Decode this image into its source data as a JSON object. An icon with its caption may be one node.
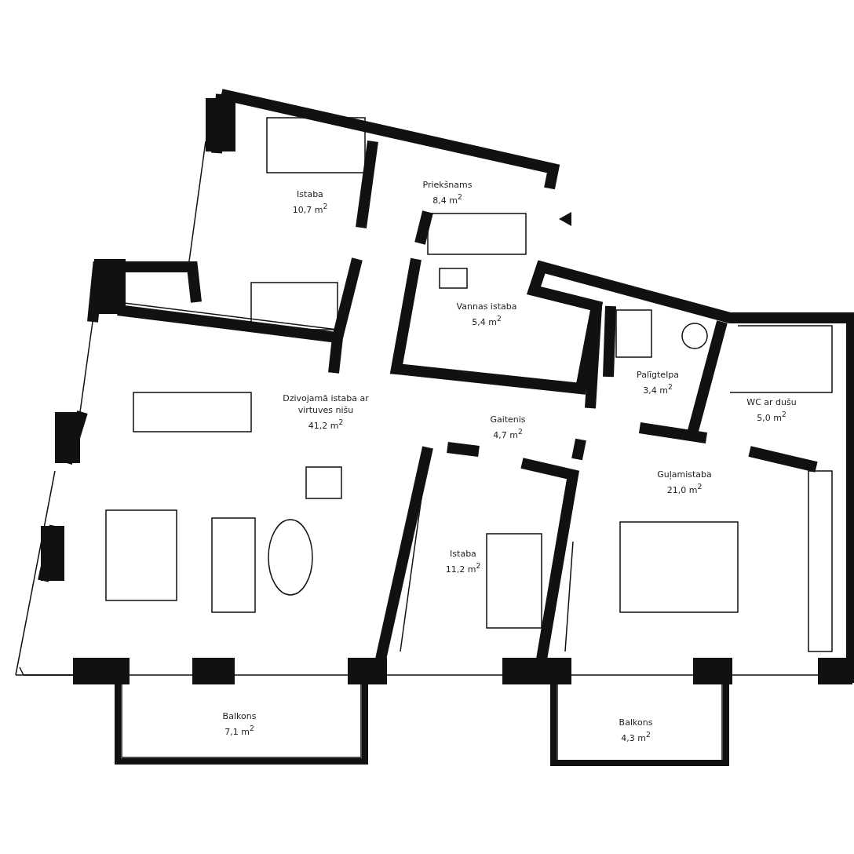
{
  "diagram": {
    "nodes": [
      {
        "text": [
          "Istaba",
          "10,7 m$^{2}$"
        ]
      },
      {
        "text": [
          "Priekšnams",
          "8,4 m$^{2}$"
        ]
      },
      {
        "text": [
          "Vannas istaba",
          "5,4 m$^{2}$"
        ]
      },
      {
        "text": [
          "Palīgtelpa",
          "3,4 m$^{2}$"
        ]
      },
      {
        "text": [
          "WC ar dušu",
          "5,0 m$^{2}$"
        ]
      },
      {
        "text": [
          "Dzivojamā istaba ar virtuves nišu",
          "41,2 m$^{2}$"
        ]
      },
      {
        "text": [
          "Gaitenis",
          "4,7 m$^{2}$"
        ]
      },
      {
        "text": [
          "Guļamistaba",
          "21,0 m$^{2}$"
        ]
      },
      {
        "text": [
          "Istaba",
          "11,2 m$^{2}$"
        ]
      },
      {
        "text": [
          "Balkons",
          "7,1 m$^{2}$"
        ]
      },
      {
        "text": [
          "Balkons",
          "4,3 m$^{2}$"
        ]
      }
    ]
  }
}
